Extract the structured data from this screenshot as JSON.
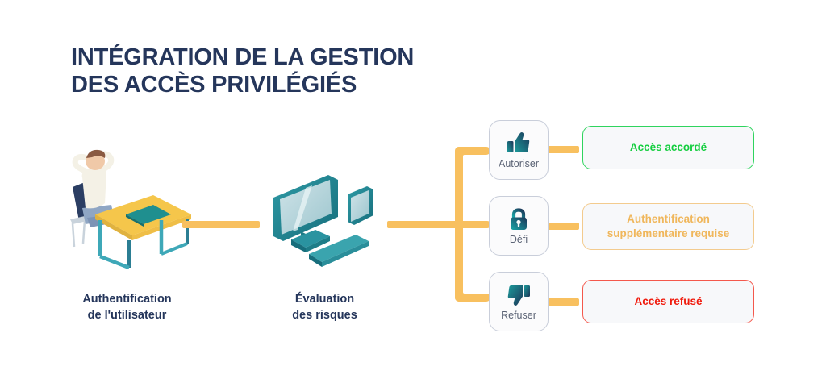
{
  "title": {
    "line1": "INTÉGRATION DE LA GESTION",
    "line2": "DES ACCÈS PRIVILÉGIÉS"
  },
  "stages": {
    "user_auth": {
      "line1": "Authentification",
      "line2": "de l'utilisateur",
      "icon": "person-at-desk-illustration"
    },
    "risk_eval": {
      "line1": "Évaluation",
      "line2": "des risques",
      "icon": "monitor-tablet-keyboard-illustration"
    }
  },
  "decisions": [
    {
      "label": "Autoriser",
      "icon": "thumbs-up-icon"
    },
    {
      "label": "Défi",
      "icon": "lock-icon"
    },
    {
      "label": "Refuser",
      "icon": "thumbs-down-icon"
    }
  ],
  "outcomes": [
    {
      "line1": "Accès accordé",
      "line2": "",
      "status": "granted"
    },
    {
      "line1": "Authentification",
      "line2": "supplémentaire requise",
      "status": "challenge"
    },
    {
      "line1": "Accès refusé",
      "line2": "",
      "status": "denied"
    }
  ],
  "colors": {
    "title_navy": "#25365B",
    "connector_amber": "#F8C05F",
    "granted_green": "#14CE3F",
    "challenge_amber": "#F0B75C",
    "denied_red": "#F01B0D",
    "icon_teal": "#17A6A6",
    "icon_navy": "#1F3A5F",
    "desk_yellow": "#F6C council",
    "background": "#FFFFFF"
  }
}
